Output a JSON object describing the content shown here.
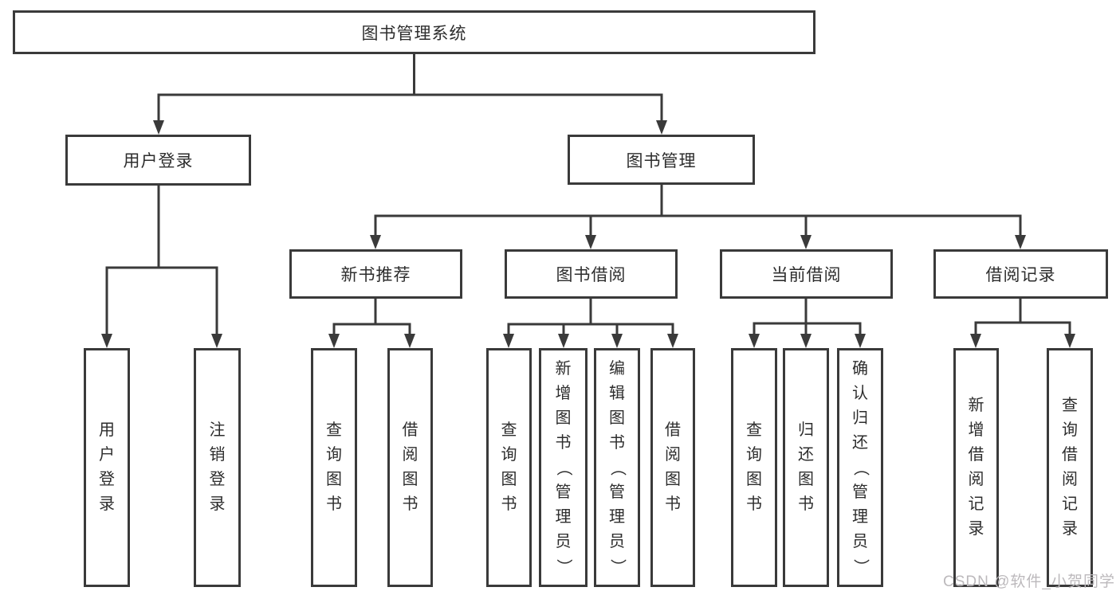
{
  "diagram": {
    "root": {
      "label": "图书管理系统"
    },
    "level2": {
      "user_login": {
        "label": "用户登录"
      },
      "book_management": {
        "label": "图书管理"
      }
    },
    "level3": {
      "new_book_recommend": {
        "label": "新书推荐"
      },
      "book_borrowing": {
        "label": "图书借阅"
      },
      "current_borrowing": {
        "label": "当前借阅"
      },
      "borrowing_records": {
        "label": "借阅记录"
      }
    },
    "leaves": {
      "user_login": [
        "用户登录",
        "注销登录"
      ],
      "new_book_recommend": [
        "查询图书",
        "借阅图书"
      ],
      "book_borrowing": [
        "查询图书",
        "新增图书（管理员）",
        "编辑图书（管理员）",
        "借阅图书"
      ],
      "current_borrowing": [
        "查询图书",
        "归还图书",
        "确认归还（管理员）"
      ],
      "borrowing_records": [
        "新增借阅记录",
        "查询借阅记录"
      ]
    }
  },
  "watermark": {
    "text": "CSDN @软件_小贺同学"
  },
  "colors": {
    "line": "#3a3a3a",
    "text": "#2d2d2d",
    "watermark": "#bcb9bc",
    "background": "#ffffff"
  }
}
